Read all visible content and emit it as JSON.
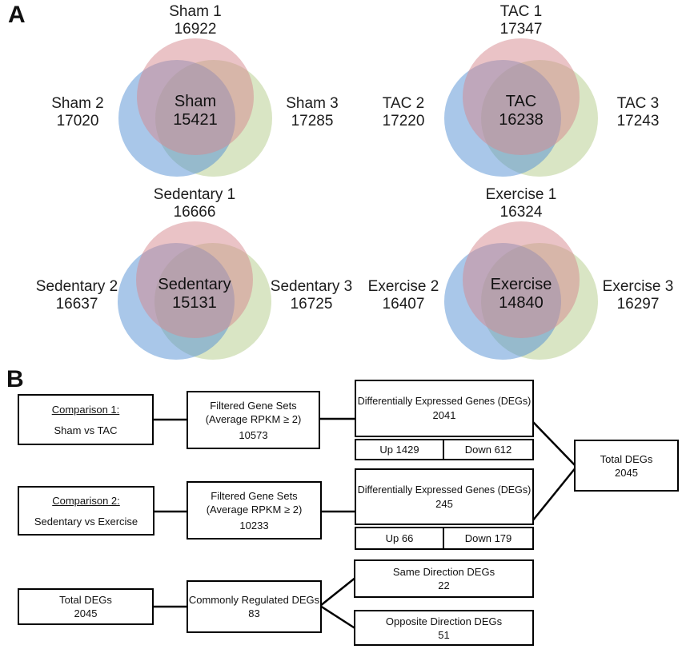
{
  "panel_a": {
    "label": "A",
    "circle_colors": {
      "top": "#d5878d",
      "left": "#538fd3",
      "right": "#b3cb89"
    },
    "venns": [
      {
        "top_label": "Sham 1",
        "top_count": "16922",
        "left_label": "Sham 2",
        "left_count": "17020",
        "right_label": "Sham 3",
        "right_count": "17285",
        "center_label": "Sham",
        "center_count": "15421"
      },
      {
        "top_label": "TAC 1",
        "top_count": "17347",
        "left_label": "TAC 2",
        "left_count": "17220",
        "right_label": "TAC 3",
        "right_count": "17243",
        "center_label": "TAC",
        "center_count": "16238"
      },
      {
        "top_label": "Sedentary 1",
        "top_count": "16666",
        "left_label": "Sedentary 2",
        "left_count": "16637",
        "right_label": "Sedentary 3",
        "right_count": "16725",
        "center_label": "Sedentary",
        "center_count": "15131"
      },
      {
        "top_label": "Exercise 1",
        "top_count": "16324",
        "left_label": "Exercise 2",
        "left_count": "16407",
        "right_label": "Exercise 3",
        "right_count": "16297",
        "center_label": "Exercise",
        "center_count": "14840"
      }
    ]
  },
  "panel_b": {
    "label": "B",
    "comparison1": {
      "title": "Comparison 1:",
      "subtitle": "Sham vs TAC"
    },
    "filtered1": {
      "line1": "Filtered Gene Sets",
      "line2": "(Average RPKM ≥ 2)",
      "value": "10573"
    },
    "deg1": {
      "title": "Differentially Expressed Genes (DEGs)",
      "value": "2041",
      "up": "Up 1429",
      "down": "Down 612"
    },
    "comparison2": {
      "title": "Comparison 2:",
      "subtitle": "Sedentary vs Exercise"
    },
    "filtered2": {
      "line1": "Filtered Gene Sets",
      "line2": "(Average RPKM ≥ 2)",
      "value": "10233"
    },
    "deg2": {
      "title": "Differentially Expressed Genes (DEGs)",
      "value": "245",
      "up": "Up 66",
      "down": "Down 179"
    },
    "total_right": {
      "title": "Total DEGs",
      "value": "2045"
    },
    "total_left": {
      "title": "Total DEGs",
      "value": "2045"
    },
    "common": {
      "title": "Commonly Regulated DEGs",
      "value": "83"
    },
    "same_direction": {
      "title": "Same Direction DEGs",
      "value": "22"
    },
    "opposite_direction": {
      "title": "Opposite Direction DEGs",
      "value": "51"
    }
  }
}
